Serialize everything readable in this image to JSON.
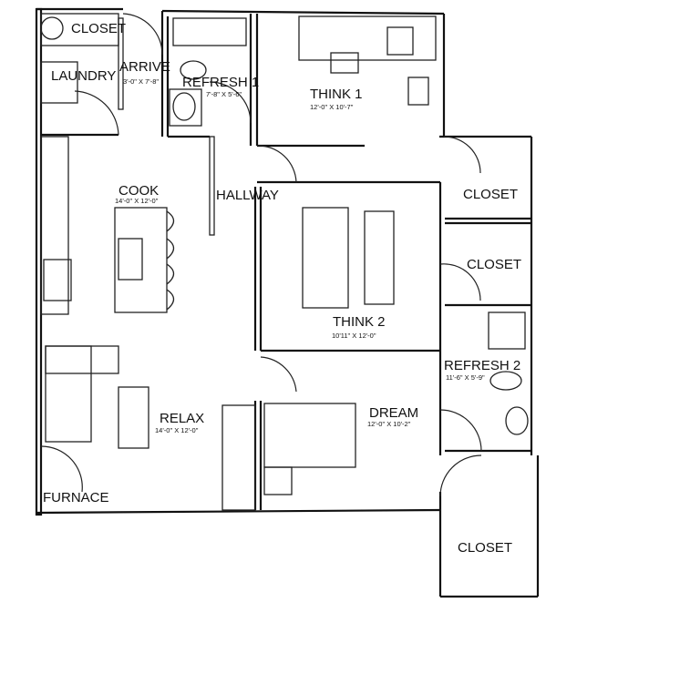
{
  "rooms": {
    "closet_top": {
      "name": "CLOSET"
    },
    "laundry": {
      "name": "LAUNDRY"
    },
    "arrive": {
      "name": "ARRIVE",
      "size": "3'-0\" X 7'-8\""
    },
    "refresh1": {
      "name": "REFRESH 1",
      "size": "7'-8\" X 5'-6\""
    },
    "think1": {
      "name": "THINK 1",
      "size": "12'-0\" X 10'-7\""
    },
    "closet_a": {
      "name": "CLOSET"
    },
    "hallway": {
      "name": "HALLWAY"
    },
    "cook": {
      "name": "COOK",
      "size": "14'-0\" X 12'-0\""
    },
    "closet_b": {
      "name": "CLOSET"
    },
    "think2": {
      "name": "THINK 2",
      "size": "10'11\" X 12'-0\""
    },
    "refresh2": {
      "name": "REFRESH 2",
      "size": "11'-6\" X 5'-9\""
    },
    "relax": {
      "name": "RELAX",
      "size": "14'-0\" X 12'-0\""
    },
    "dream": {
      "name": "DREAM",
      "size": "12'-0\" X 10'-2\""
    },
    "furnace": {
      "name": "FURNACE"
    },
    "closet_c": {
      "name": "CLOSET"
    }
  }
}
